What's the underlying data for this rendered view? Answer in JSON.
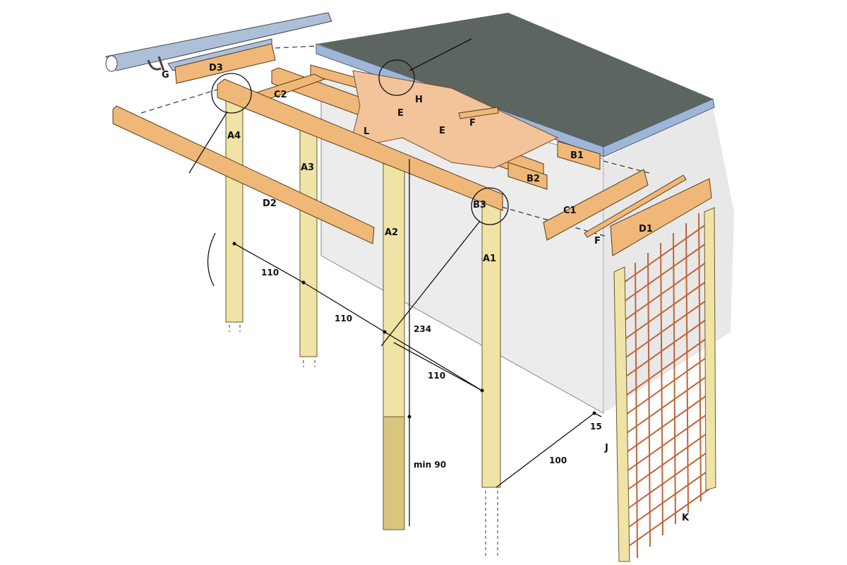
{
  "labels": {
    "d3": "D3",
    "g": "G",
    "c2": "C2",
    "h": "H",
    "e1": "E",
    "e2": "E",
    "f1": "F",
    "l": "L",
    "b1": "B1",
    "b2": "B2",
    "a4": "A4",
    "a3": "A3",
    "a2": "A2",
    "a1": "A1",
    "b3": "B3",
    "d2": "D2",
    "c1": "C1",
    "f2": "F",
    "d1": "D1",
    "j": "J",
    "k": "K"
  },
  "dimensions": {
    "spacing1": "110",
    "spacing2": "110",
    "spacing3": "110",
    "height": "234",
    "depth": "min 90",
    "offset": "100",
    "gap": "15"
  },
  "colors": {
    "wood": "#f0b878",
    "post": "#efe3a6",
    "roof": "#5d6560",
    "gutter": "#9fb6d6",
    "mesh": "#c0643a"
  }
}
